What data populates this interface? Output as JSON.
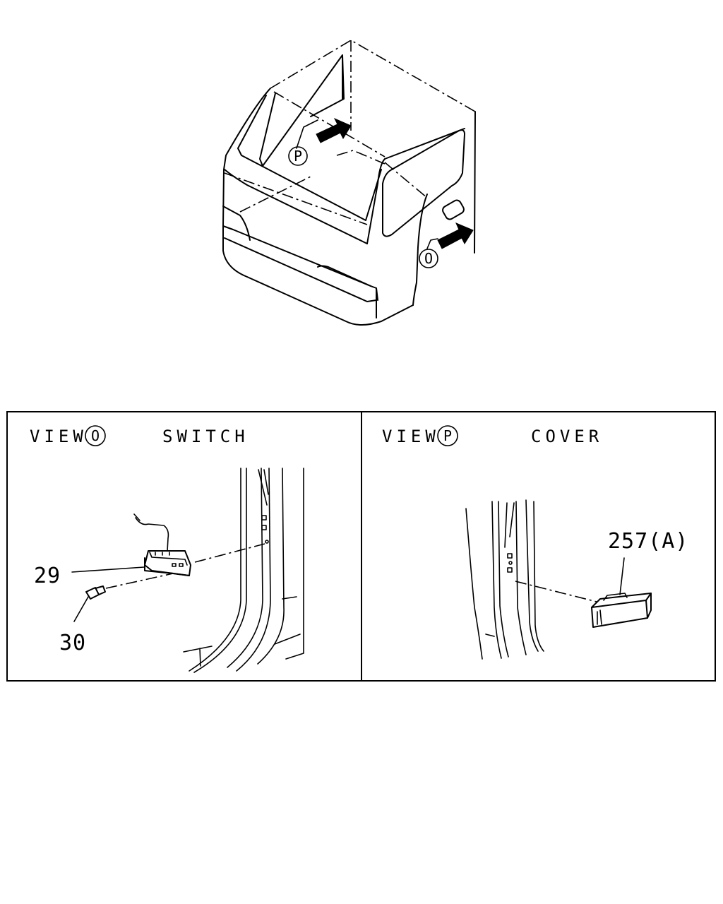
{
  "overview": {
    "callout_p": "P",
    "callout_o": "O"
  },
  "panels": [
    {
      "view_word": "VIEW",
      "view_letter": "O",
      "title": "SWITCH",
      "callouts": [
        "29",
        "30"
      ]
    },
    {
      "view_word": "VIEW",
      "view_letter": "P",
      "title": "COVER",
      "callouts": [
        "257(A)"
      ]
    }
  ]
}
